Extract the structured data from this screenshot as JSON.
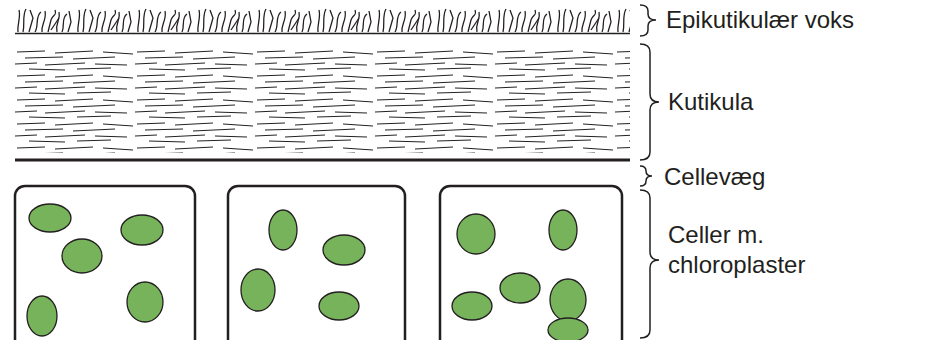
{
  "diagram": {
    "labels": [
      "Epikutikulær voks",
      "Kutikula",
      "Cellevæg",
      "Celler m. chloroplaster"
    ]
  }
}
